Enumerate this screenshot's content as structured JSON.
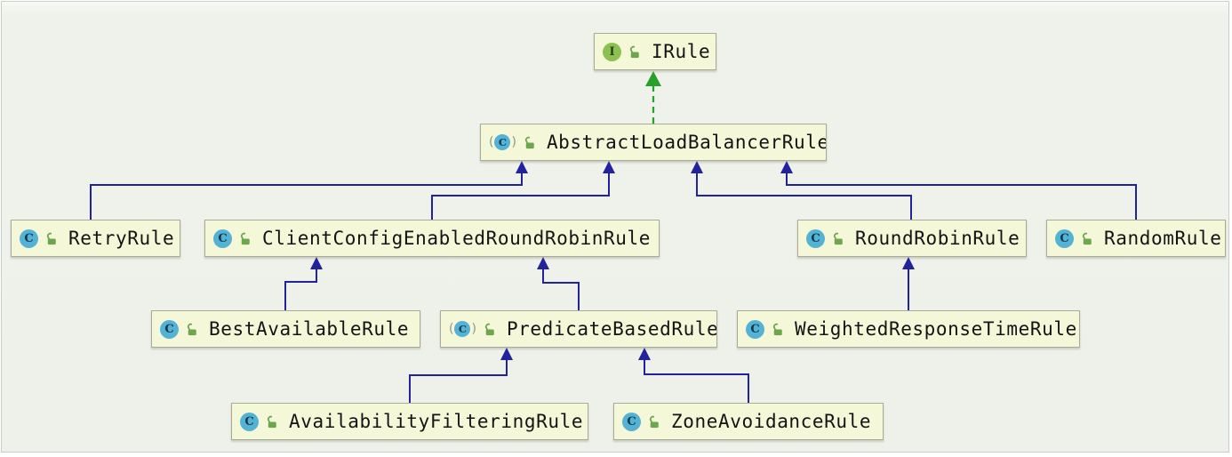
{
  "nodes": [
    {
      "id": "irule",
      "label": "IRule",
      "kind": "interface",
      "icon_letter": "I",
      "visibility": "public-unlocked"
    },
    {
      "id": "abstract-load-balancer-rule",
      "label": "AbstractLoadBalancerRule",
      "kind": "abstract-class",
      "icon_letter": "C",
      "visibility": "public-unlocked"
    },
    {
      "id": "retry-rule",
      "label": "RetryRule",
      "kind": "class",
      "icon_letter": "C",
      "visibility": "public-unlocked"
    },
    {
      "id": "client-config-enabled-round-robin-rule",
      "label": "ClientConfigEnabledRoundRobinRule",
      "kind": "class",
      "icon_letter": "C",
      "visibility": "public-unlocked"
    },
    {
      "id": "round-robin-rule",
      "label": "RoundRobinRule",
      "kind": "class",
      "icon_letter": "C",
      "visibility": "public-unlocked"
    },
    {
      "id": "random-rule",
      "label": "RandomRule",
      "kind": "class",
      "icon_letter": "C",
      "visibility": "public-unlocked"
    },
    {
      "id": "best-available-rule",
      "label": "BestAvailableRule",
      "kind": "class",
      "icon_letter": "C",
      "visibility": "public-unlocked"
    },
    {
      "id": "predicate-based-rule",
      "label": "PredicateBasedRule",
      "kind": "abstract-class",
      "icon_letter": "C",
      "visibility": "public-unlocked"
    },
    {
      "id": "weighted-response-time-rule",
      "label": "WeightedResponseTimeRule",
      "kind": "class",
      "icon_letter": "C",
      "visibility": "public-unlocked"
    },
    {
      "id": "availability-filtering-rule",
      "label": "AvailabilityFilteringRule",
      "kind": "class",
      "icon_letter": "C",
      "visibility": "public-unlocked"
    },
    {
      "id": "zone-avoidance-rule",
      "label": "ZoneAvoidanceRule",
      "kind": "class",
      "icon_letter": "C",
      "visibility": "public-unlocked"
    }
  ],
  "edges": [
    {
      "from": "AbstractLoadBalancerRule",
      "to": "IRule",
      "type": "implements"
    },
    {
      "from": "RetryRule",
      "to": "AbstractLoadBalancerRule",
      "type": "extends"
    },
    {
      "from": "ClientConfigEnabledRoundRobinRule",
      "to": "AbstractLoadBalancerRule",
      "type": "extends"
    },
    {
      "from": "RoundRobinRule",
      "to": "AbstractLoadBalancerRule",
      "type": "extends"
    },
    {
      "from": "RandomRule",
      "to": "AbstractLoadBalancerRule",
      "type": "extends"
    },
    {
      "from": "BestAvailableRule",
      "to": "ClientConfigEnabledRoundRobinRule",
      "type": "extends"
    },
    {
      "from": "PredicateBasedRule",
      "to": "ClientConfigEnabledRoundRobinRule",
      "type": "extends"
    },
    {
      "from": "WeightedResponseTimeRule",
      "to": "RoundRobinRule",
      "type": "extends"
    },
    {
      "from": "AvailabilityFilteringRule",
      "to": "PredicateBasedRule",
      "type": "extends"
    },
    {
      "from": "ZoneAvoidanceRule",
      "to": "PredicateBasedRule",
      "type": "extends"
    }
  ],
  "colors": {
    "extends_edge": "#22229e",
    "implements_edge": "#2aa02a",
    "node_fill": "#f5f7d9",
    "node_border": "#a9ab97",
    "class_icon": "#54b2d4",
    "interface_icon": "#8cc152",
    "lock_icon": "#6ca74d"
  }
}
